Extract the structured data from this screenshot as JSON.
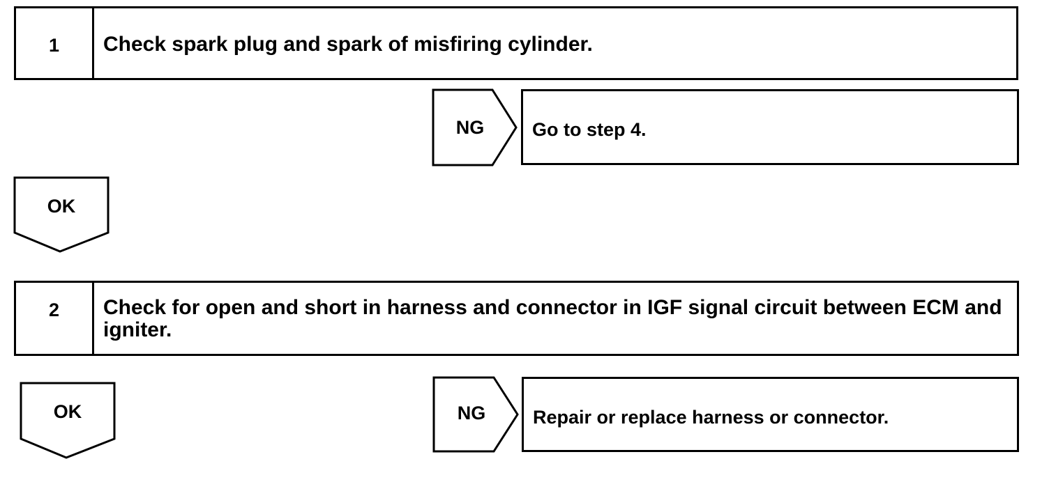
{
  "steps": [
    {
      "number": "1",
      "text": "Check spark plug and spark of misfiring cylinder.",
      "ok_label": "OK",
      "ng_label": "NG",
      "ng_action": "Go to step 4."
    },
    {
      "number": "2",
      "text": "Check for open and short in harness and connector in IGF signal circuit between ECM and igniter.",
      "ok_label": "OK",
      "ng_label": "NG",
      "ng_action": "Repair or replace harness or connector."
    }
  ],
  "colors": {
    "stroke": "#000000",
    "background": "#ffffff"
  }
}
